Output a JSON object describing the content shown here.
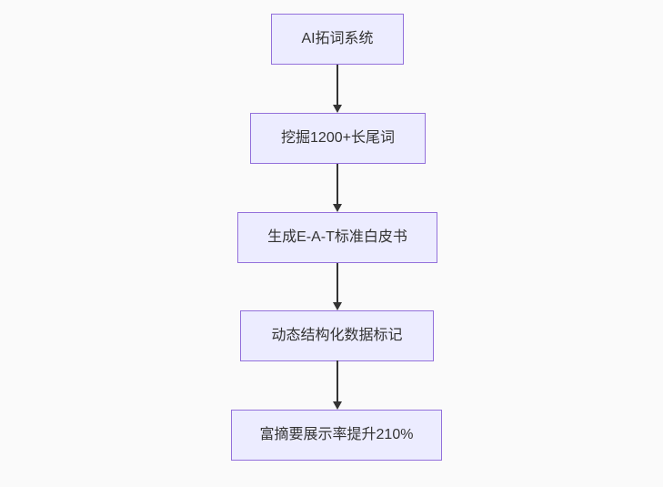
{
  "flowchart": {
    "type": "flowchart",
    "direction": "top-down",
    "nodes": [
      {
        "id": "A",
        "label": "AI拓词系统"
      },
      {
        "id": "B",
        "label": "挖掘1200+长尾词"
      },
      {
        "id": "C",
        "label": "生成E-A-T标准白皮书"
      },
      {
        "id": "D",
        "label": "动态结构化数据标记"
      },
      {
        "id": "E",
        "label": "富摘要展示率提升210%"
      }
    ],
    "edges": [
      {
        "from": "A",
        "to": "B"
      },
      {
        "from": "B",
        "to": "C"
      },
      {
        "from": "C",
        "to": "D"
      },
      {
        "from": "D",
        "to": "E"
      }
    ],
    "colors": {
      "node_fill": "#ECECFF",
      "node_border": "#9370DB",
      "node_text": "#333333",
      "arrow": "#333333",
      "background": "#fafafa"
    }
  }
}
